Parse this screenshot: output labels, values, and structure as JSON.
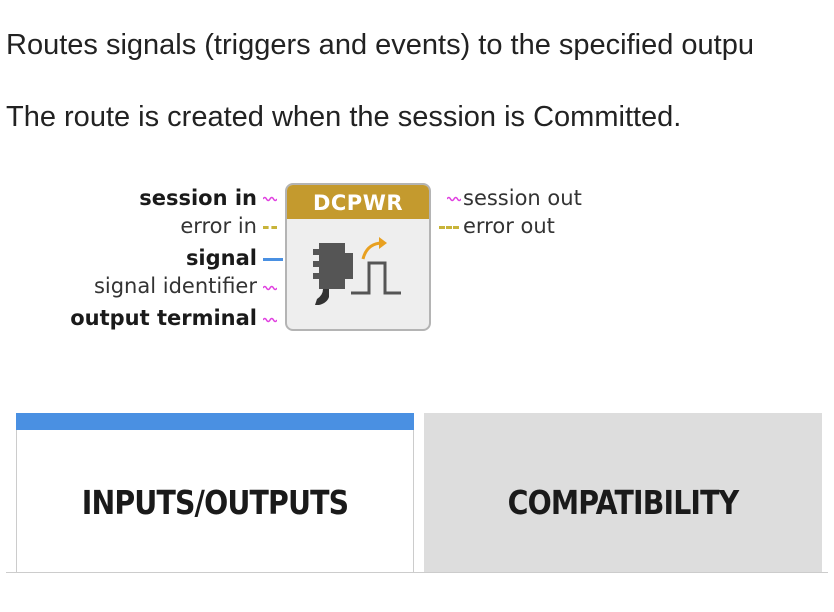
{
  "description": {
    "line1": "Routes signals (triggers and events) to the specified outpu",
    "line2": "The route is created when the session is Committed."
  },
  "vi": {
    "header": "DCPWR",
    "inputs": {
      "session_in": "session in",
      "error_in": "error in",
      "signal": "signal",
      "signal_identifier": "signal identifier",
      "output_terminal": "output terminal"
    },
    "outputs": {
      "session_out": "session out",
      "error_out": "error out"
    },
    "icons": {
      "glyph": "route-signal-icon",
      "session_wire": "wavy-pink-wire",
      "error_wire": "dashed-yellow-wire",
      "signal_wire": "solid-blue-wire"
    },
    "colors": {
      "header_bg": "#c49a2e",
      "session_wire": "#e040e0",
      "error_wire": "#c8b43a",
      "signal_wire": "#4a90e2",
      "accent_arrow": "#e8a020"
    }
  },
  "tabs": [
    {
      "label": "INPUTS/OUTPUTS",
      "selected": true
    },
    {
      "label": "COMPATIBILITY",
      "selected": false
    }
  ],
  "colors": {
    "tab_active_accent": "#4a90e2",
    "tab_inactive_bg": "#dddddd"
  }
}
